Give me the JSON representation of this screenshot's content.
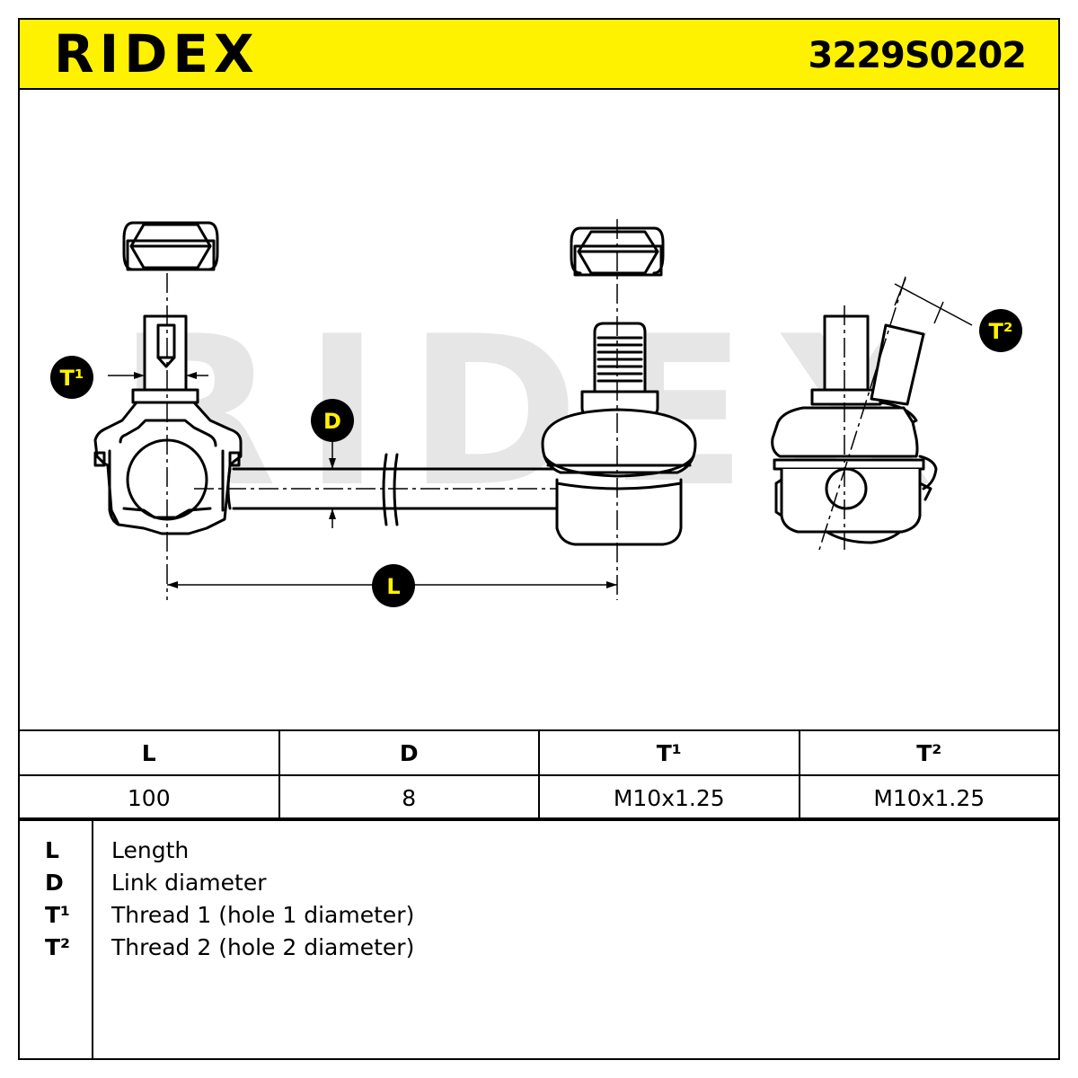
{
  "header": {
    "brand": "RIDEX",
    "part_number": "3229S0202",
    "accent_color": "#fff200"
  },
  "diagram": {
    "watermark": "RIDEX",
    "callouts": {
      "t1": "T¹",
      "t2": "T²",
      "d": "D",
      "l": "L"
    }
  },
  "spec_table": {
    "headers": [
      "L",
      "D",
      "T¹",
      "T²"
    ],
    "values": [
      "100",
      "8",
      "M10x1.25",
      "M10x1.25"
    ]
  },
  "legend": {
    "items": [
      {
        "symbol": "L",
        "text": "Length"
      },
      {
        "symbol": "D",
        "text": "Link diameter"
      },
      {
        "symbol": "T¹",
        "text": "Thread 1 (hole 1 diameter)"
      },
      {
        "symbol": "T²",
        "text": "Thread 2 (hole 2 diameter)"
      }
    ]
  }
}
